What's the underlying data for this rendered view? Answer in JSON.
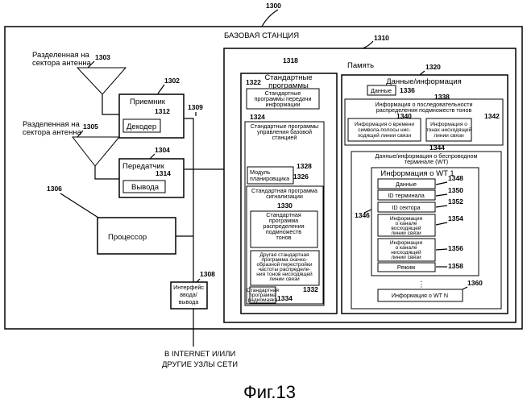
{
  "figure": {
    "caption": "Фиг.13",
    "ref": "1300"
  },
  "base_station": {
    "title": "БАЗОВАЯ СТАНЦИЯ"
  },
  "antenna_rx": {
    "ref": "1303",
    "line1": "Разделенная на",
    "line2": "сектора антенна"
  },
  "antenna_tx": {
    "ref": "1305",
    "line1": "Разделенная на",
    "line2": "сектора антенна"
  },
  "receiver": {
    "ref": "1302",
    "label": "Приемник",
    "decoder_ref": "1312",
    "decoder_label": "Декодер"
  },
  "transmitter": {
    "ref": "1304",
    "label": "Передатчик",
    "encoder_ref": "1314",
    "encoder_label": "Вывода"
  },
  "bus": {
    "ref": "1309"
  },
  "processor": {
    "ref": "1306",
    "label": "Процессор"
  },
  "io": {
    "ref": "1308",
    "line1": "Интерфейс",
    "line2": "ввода/",
    "line3": "вывода"
  },
  "internet": {
    "line1": "В INTERNET И/ИЛИ",
    "line2": "ДРУГИЕ УЗЛЫ СЕТИ"
  },
  "memory": {
    "ref": "1310",
    "label": "Память"
  },
  "std_routines": {
    "ref": "1318",
    "line1": "Стандартные",
    "line2": "программы",
    "comm_ref": "1322",
    "comm_line1": "Стандартные",
    "comm_line2": "программы передачи",
    "comm_line3": "информации",
    "ctrl_ref": "1324",
    "ctrl_line1": "Стандартные программы",
    "ctrl_line2": "управления базовой",
    "ctrl_line3": "станцией",
    "sched_ref": "1326",
    "sched_line1": "Модуль",
    "sched_line2": "планировщика",
    "sig_ref": "1328",
    "sig_line1": "Стандартная программа",
    "sig_line2": "сигнализации",
    "dist_ref": "1330",
    "dist_line1": "Стандартная",
    "dist_line2": "программа",
    "dist_line3": "распределения",
    "dist_line4": "подмножеств",
    "dist_line5": "тонов",
    "hop_ref": "1332",
    "hop_line1": "Другая стандартная",
    "hop_line2": "программа скачко-",
    "hop_line3": "образной перестройки",
    "hop_line4": "частоты распределе-",
    "hop_line5": "ния тонов нисходящей",
    "hop_line6": "линии связи",
    "beacon_ref": "1334",
    "beacon_line1": "Стандартная",
    "beacon_line2": "программа",
    "beacon_line3": "радиомаяка"
  },
  "data_info": {
    "ref": "1320",
    "label": "Данные/информация",
    "data_ref": "1336",
    "data_label": "Данные",
    "seq_ref": "1338",
    "seq_line1": "Информация о последовательности",
    "seq_line2": "распределения подмножеств тонов",
    "time_ref": "1340",
    "time_line1": "Информация о времени",
    "time_line2": "символа-полосы нис-",
    "time_line3": "ходящей линии связи",
    "tones_ref": "1342",
    "tones_line1": "Информация о",
    "tones_line2": "тонах нисходящей",
    "tones_line3": "линии связи",
    "wt_ref": "1344",
    "wt_line1": "Данные/информация о беспроводном",
    "wt_line2": "терминале (WT)",
    "wt1_ref": "1346",
    "wt1_label": "Информация о WT 1",
    "wt1_data_ref": "1348",
    "wt1_data": "Данные",
    "wt1_id_ref": "1350",
    "wt1_id": "ID терминала",
    "wt1_sector_ref": "1352",
    "wt1_sector": "ID сектора",
    "wt1_ul_ref": "1354",
    "wt1_ul_line1": "Информация",
    "wt1_ul_line2": "о канале",
    "wt1_ul_line3": "восходящей",
    "wt1_ul_line4": "линии связи",
    "wt1_dl_ref": "1356",
    "wt1_dl_line1": "Информация",
    "wt1_dl_line2": "о канале",
    "wt1_dl_line3": "нисходящей",
    "wt1_dl_line4": "линии связи",
    "wt1_mode_ref": "1358",
    "wt1_mode": "Режим",
    "ellipsis": "⋮",
    "wtn_ref": "1360",
    "wtn_label": "Информация о WT N"
  }
}
